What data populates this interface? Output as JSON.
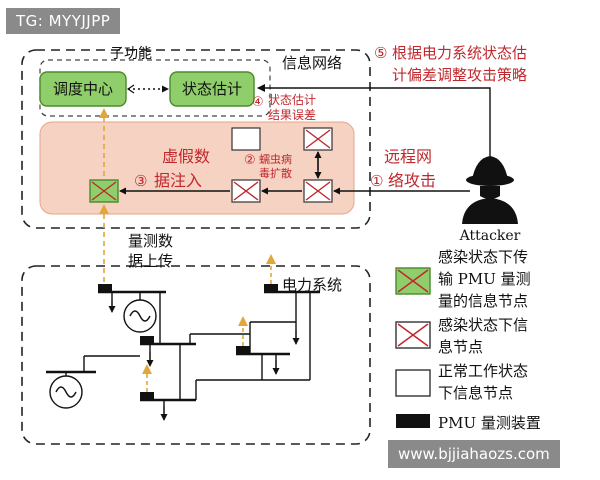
{
  "watermarks": {
    "top": "TG: MYYJJPP",
    "bottom": "www.bjjiahaozs.com"
  },
  "labels": {
    "sub_function": "子功能",
    "info_network": "信息网络",
    "dispatch_center": "调度中心",
    "state_estimation": "状态估计",
    "strategy_1": "根据电力系统状态估",
    "strategy_2": "计偏差调整攻击策略",
    "step5": "⑤",
    "step4": "④",
    "est_error_1": "状态估计",
    "est_error_2": "结果误差",
    "false_data_1": "虚假数",
    "false_data_2": "据注入",
    "step3": "③",
    "step2": "②",
    "worm_1": "蠕虫病",
    "worm_2": "毒扩散",
    "remote_1": "远程网",
    "remote_2": "络攻击",
    "step1": "①",
    "attacker": "Attacker",
    "meas_up_1": "量测数",
    "meas_up_2": "据上传",
    "power_system": "电力系统"
  },
  "legend": [
    {
      "type": "green-x",
      "lines": [
        "感染状态下传",
        "输 PMU 量测",
        "量的信息节点"
      ]
    },
    {
      "type": "red-x",
      "lines": [
        "感染状态下信",
        "息节点"
      ]
    },
    {
      "type": "normal",
      "lines": [
        "正常工作状态",
        "下信息节点"
      ]
    },
    {
      "type": "pmu",
      "lines": [
        "PMU 量测装置"
      ]
    }
  ],
  "colors": {
    "green_fill": "#8fce6a",
    "green_border": "#4a8a2c",
    "salmon": "#f6d2c3",
    "red": "#c0282e",
    "orange": "#e3a63a"
  },
  "icons": [
    "close-icon",
    "attacker-icon",
    "generator-icon",
    "pmu-icon"
  ]
}
